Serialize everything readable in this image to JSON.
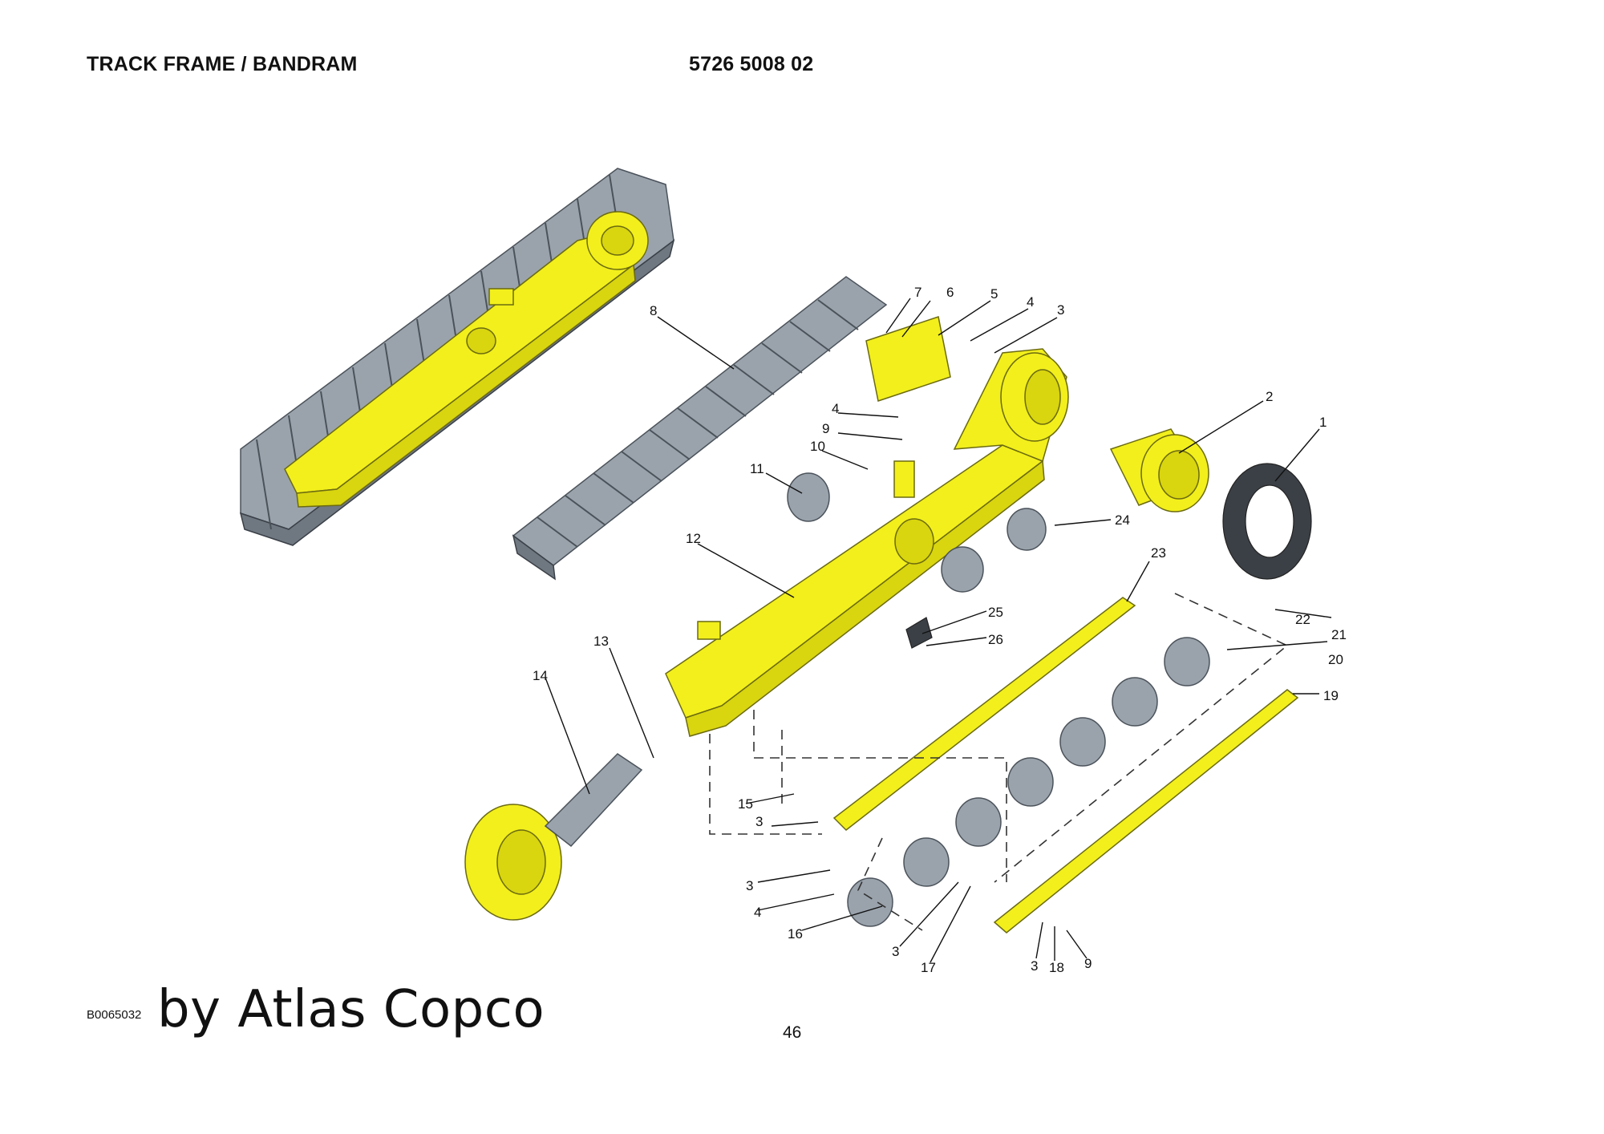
{
  "header": {
    "title": "TRACK FRAME / BANDRAM",
    "part_number": "5726 5008 02"
  },
  "footer": {
    "figure_code": "B0065032",
    "brand": "by Atlas Copco",
    "page_number": "46"
  },
  "callouts": {
    "c1": "1",
    "c2": "2",
    "c3a": "3",
    "c3b": "3",
    "c3c": "3",
    "c3d": "3",
    "c3e": "3",
    "c4a": "4",
    "c4b": "4",
    "c4c": "4",
    "c5": "5",
    "c6": "6",
    "c7": "7",
    "c8": "8",
    "c9a": "9",
    "c9b": "9",
    "c10": "10",
    "c11": "11",
    "c12": "12",
    "c13": "13",
    "c14": "14",
    "c15": "15",
    "c16": "16",
    "c17": "17",
    "c18": "18",
    "c19": "19",
    "c20": "20",
    "c21": "21",
    "c22": "22",
    "c23": "23",
    "c24": "24",
    "c25": "25",
    "c26": "26"
  },
  "colors": {
    "frame_yellow": "#f2ef1c",
    "track_grey": "#9aa3ac"
  }
}
